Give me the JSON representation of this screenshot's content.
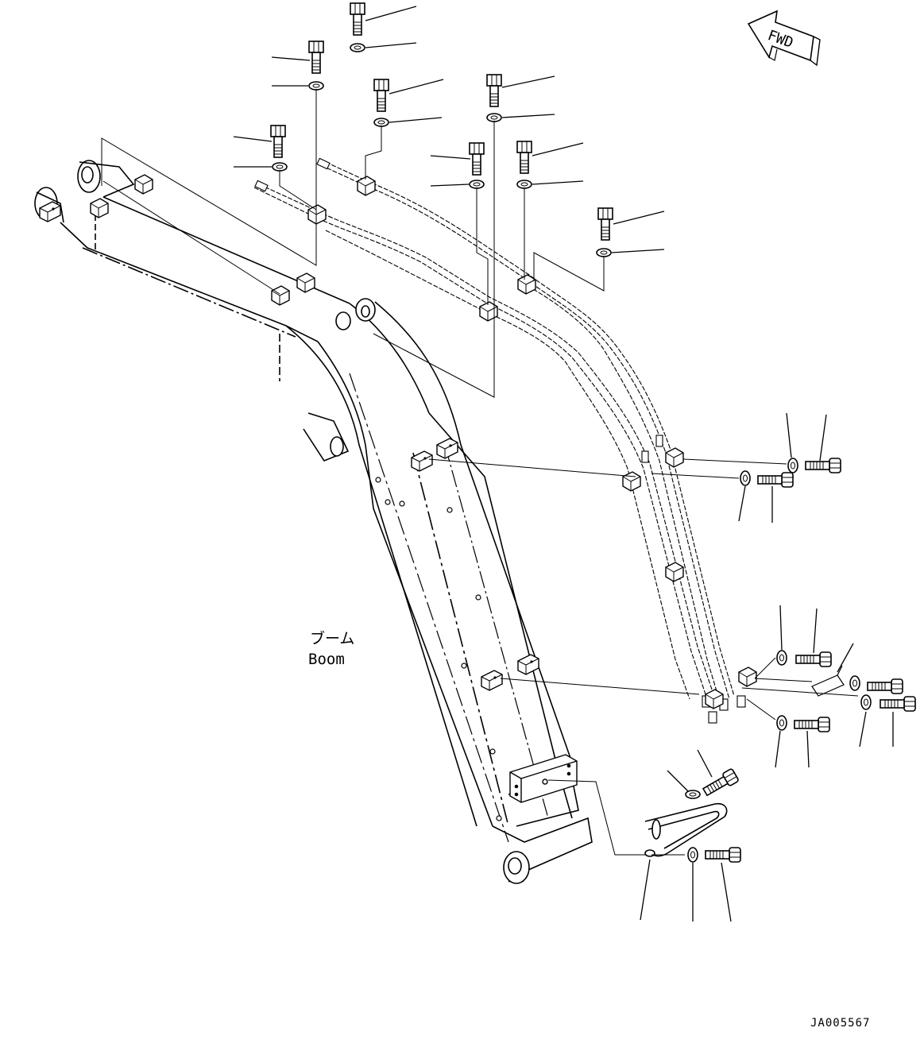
{
  "drawing": {
    "part_label_jp": "ブーム",
    "part_label_en": "Boom",
    "direction_label": "FWD",
    "drawing_code": "JA005567"
  },
  "icons": {
    "direction_arrow": "fwd-arrow-icon"
  },
  "colors": {
    "ink": "#000000",
    "paper": "#ffffff"
  }
}
